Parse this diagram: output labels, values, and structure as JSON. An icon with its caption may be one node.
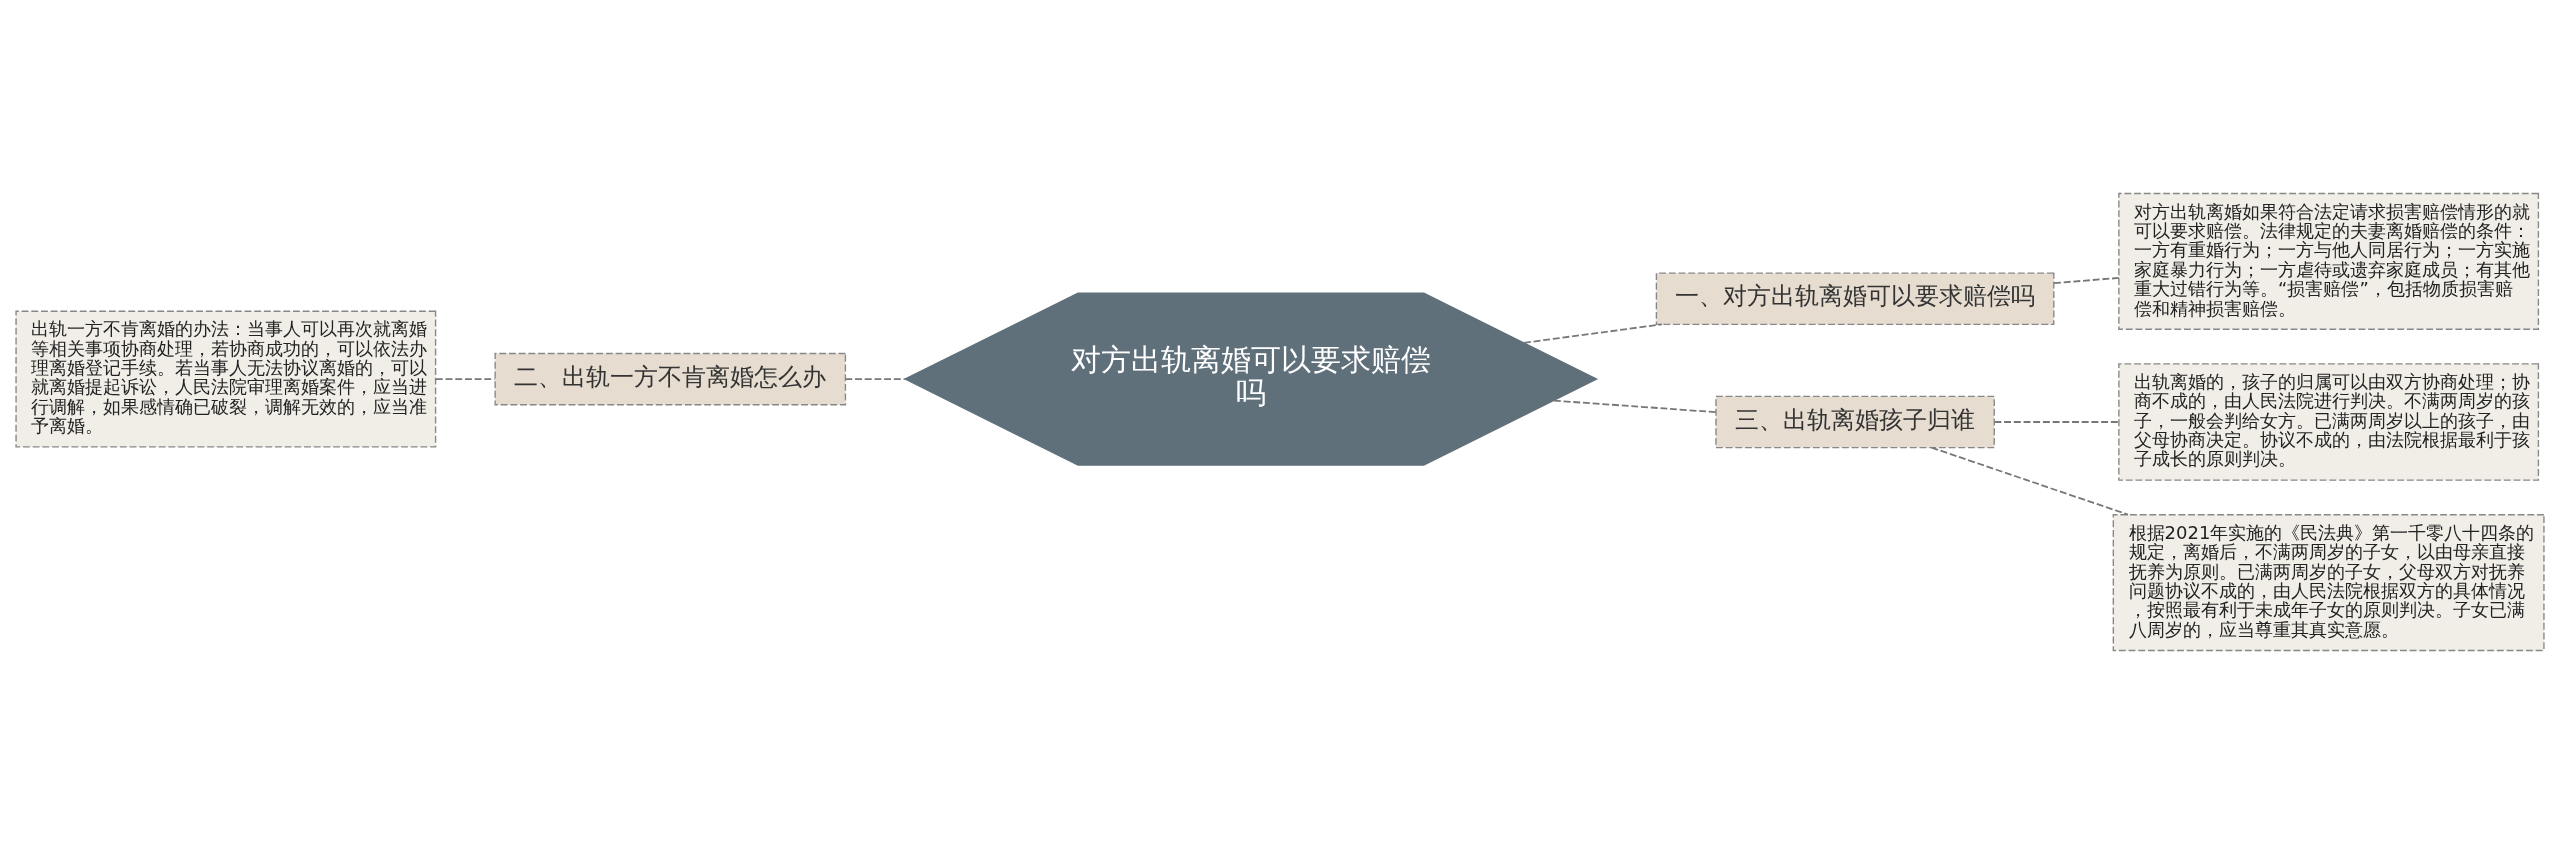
{
  "diagram": {
    "nodes": [
      {
        "text": [
          "对方出轨离婚可以要求赔偿吗"
        ]
      },
      {
        "text": [
          "一、对方出轨离婚可以要求赔偿吗"
        ]
      },
      {
        "text": [
          "对方出轨离婚如果符合法定请求损害赔偿情形的就可以要求赔偿。法律规定的夫妻离婚赔偿的条件：一方有重婚行为；一方与他人同居行为；一方实施家庭暴力行为；一方虐待或遗弃家庭成员；有其他重大过错行为等。“损害赔偿”，包括物质损害赔偿和精神损害赔偿。"
        ]
      },
      {
        "text": [
          "二、出轨一方不肯离婚怎么办"
        ]
      },
      {
        "text": [
          "出轨一方不肯离婚的办法：当事人可以再次就离婚等相关事项协商处理，若协商成功的，可以依法办理离婚登记手续。若当事人无法协议离婚的，可以就离婚提起诉讼，人民法院审理离婚案件，应当进行调解，如果感情确已破裂，调解无效的，应当准予离婚。"
        ]
      },
      {
        "text": [
          "三、出轨离婚孩子归谁"
        ]
      },
      {
        "text": [
          "出轨离婚的，孩子的归属可以由双方协商处理；协商不成的，由人民法院进行判决。不满两周岁的孩子，一般会判给女方。已满两周岁以上的孩子，由父母协商决定。协议不成的，由法院根据最利于孩子成长的原则判决。"
        ]
      },
      {
        "text": [
          "根据2021年实施的《民法典》第一千零八十四条的规定，离婚后，不满两周岁的子女，以由母亲直接抚养为原则。已满两周岁的子女，父母双方对抚养问题协议不成的，由人民法院根据双方的具体情况，按照最有利于未成年子女的原则判决。子女已满八周岁的，应当尊重其真实意愿。"
        ]
      }
    ],
    "edges": [
      {
        "from": 0,
        "to": 1,
        "arrow": "none"
      },
      {
        "from": 1,
        "to": 2,
        "arrow": "none"
      },
      {
        "from": 0,
        "to": 3,
        "arrow": "none"
      },
      {
        "from": 3,
        "to": 4,
        "arrow": "none"
      },
      {
        "from": 0,
        "to": 5,
        "arrow": "none"
      },
      {
        "from": 5,
        "to": 6,
        "arrow": "none"
      },
      {
        "from": 5,
        "to": 7,
        "arrow": "none"
      }
    ]
  }
}
